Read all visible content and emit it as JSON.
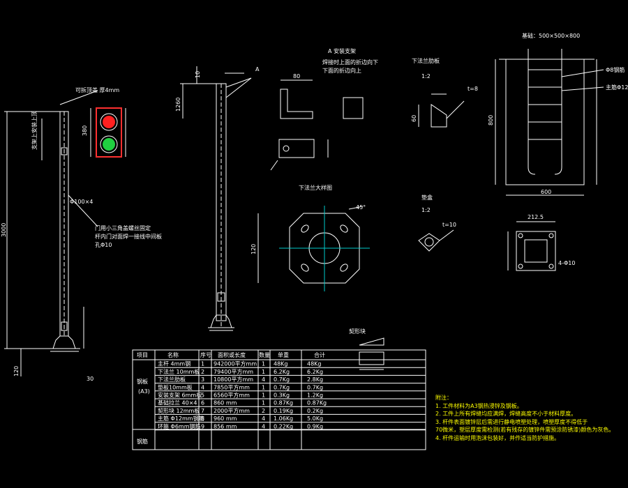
{
  "labels": {
    "top_board": "可拆顶盖 厚4mm",
    "signal_note": "支架上安装上顶",
    "door_note1": "门用小三角盖螺丝固定",
    "door_note2": "杆内门对面焊一接线中间板",
    "hole": "孔Φ10",
    "pole_dim": "Φ100×4",
    "install_title": "A 安装支架",
    "install_note1": "焊接时上面的折边向下",
    "install_note2": "下面的折边向上",
    "rib_title": "下法兰肋板",
    "rib_scale": "1:2",
    "flange_title": "下法兰大样图",
    "washer_title": "垫盒",
    "washer_scale": "1:2",
    "foundation_title": "基础：500×500×800",
    "rebar1": "Φ8钢筋",
    "rebar2": "主筋Φ12",
    "shim_title": "契形块",
    "marker_a": "A"
  },
  "dims": {
    "d3000": "3000",
    "d120": "120",
    "d30": "30",
    "d380": "380",
    "d10": "10",
    "d80": "80",
    "d1260": "1260",
    "d60": "60",
    "d45": "45°",
    "d120b": "120",
    "d600": "600",
    "d800": "800",
    "t8": "t=8",
    "t10": "t=10",
    "d212": "212.5",
    "d4010": "4-Φ10"
  },
  "table": {
    "headers": [
      "项目",
      "名称",
      "序号",
      "面积或长度",
      "数量",
      "单重",
      "合计"
    ],
    "group1": "钢板",
    "group1_sub": "(A3)",
    "group2": "钢筋",
    "rows": [
      [
        "主杆 4mm钢",
        "1",
        "942000平方mm",
        "1",
        "48Kg",
        "48Kg"
      ],
      [
        "下法兰 10mm板",
        "2",
        "79400平方mm",
        "1",
        "6.2Kg",
        "6.2Kg"
      ],
      [
        "下法兰肋板",
        "3",
        "10800平方mm",
        "4",
        "0.7Kg",
        "2.8Kg"
      ],
      [
        "垫板10mm板",
        "4",
        "7850平方mm",
        "1",
        "0.7Kg",
        "0.7Kg"
      ],
      [
        "安装支架 6mm板",
        "5",
        "6560平方mm",
        "1",
        "0.3Kg",
        "1.2Kg"
      ],
      [
        "基础拉兰 40×4",
        "6",
        "860 mm",
        "1",
        "0.87Kg",
        "0.87Kg"
      ],
      [
        "契形块 12mm板",
        "7",
        "2000平方mm",
        "2",
        "0.19Kg",
        "0.2Kg"
      ],
      [
        "主筋 Φ12mm钢筋",
        "8",
        "960 mm",
        "4",
        "1.06Kg",
        "5.0Kg"
      ],
      [
        "环箍 Φ6mm钢筋",
        "9",
        "856 mm",
        "4",
        "0.22Kg",
        "0.9Kg"
      ]
    ]
  },
  "notes": {
    "title": "附注：",
    "items": [
      "1. 工件材料为A3钢热浸锌及钢板。",
      "2. 工件上所有焊缝均应满焊，焊缝高度不小于材料厚度。",
      "3. 杆件表面镀锌层后需进行静电喷塑处理，喷塑厚度不得低于",
      "   70微米，塑层厚度需检测(若有残存的镀锌件需预涂防锈漆)颜色为灰色。",
      "4. 杆件运输时用泡沫包装好，并作适当防护措施。"
    ]
  },
  "colors": {
    "line": "#ffffff",
    "accent": "#00ff00",
    "text_yellow": "#ffff00",
    "signal_red": "#ff2020",
    "signal_green": "#20d040",
    "signal_frame": "#ff3030"
  }
}
